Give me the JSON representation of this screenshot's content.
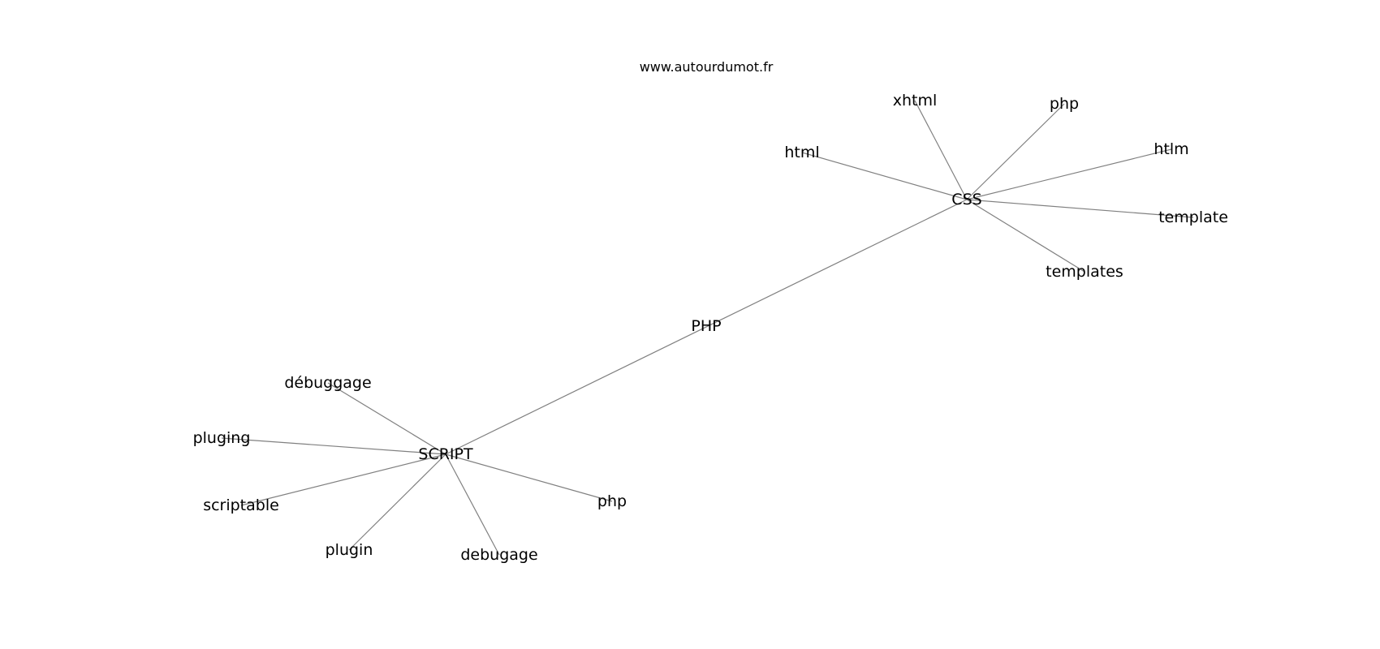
{
  "header": {
    "site": "www.autourdumot.fr"
  },
  "graph": {
    "edge_color": "#808080",
    "text_color": "#000000",
    "nodes": [
      {
        "id": "php_center",
        "label": "PHP"
      },
      {
        "id": "css",
        "label": "CSS"
      },
      {
        "id": "script",
        "label": "SCRIPT"
      },
      {
        "id": "html",
        "label": "html"
      },
      {
        "id": "xhtml",
        "label": "xhtml"
      },
      {
        "id": "php_css",
        "label": "php"
      },
      {
        "id": "htlm",
        "label": "htlm"
      },
      {
        "id": "template",
        "label": "template"
      },
      {
        "id": "templates",
        "label": "templates"
      },
      {
        "id": "debuggage",
        "label": "débuggage"
      },
      {
        "id": "pluging",
        "label": "pluging"
      },
      {
        "id": "scriptable",
        "label": "scriptable"
      },
      {
        "id": "plugin",
        "label": "plugin"
      },
      {
        "id": "debugage",
        "label": "debugage"
      },
      {
        "id": "php_script",
        "label": "php"
      }
    ],
    "edges": [
      [
        "css",
        "script"
      ],
      [
        "css",
        "html"
      ],
      [
        "css",
        "xhtml"
      ],
      [
        "css",
        "php_css"
      ],
      [
        "css",
        "htlm"
      ],
      [
        "css",
        "template"
      ],
      [
        "css",
        "templates"
      ],
      [
        "script",
        "debuggage"
      ],
      [
        "script",
        "pluging"
      ],
      [
        "script",
        "scriptable"
      ],
      [
        "script",
        "plugin"
      ],
      [
        "script",
        "debugage"
      ],
      [
        "script",
        "php_script"
      ]
    ]
  }
}
